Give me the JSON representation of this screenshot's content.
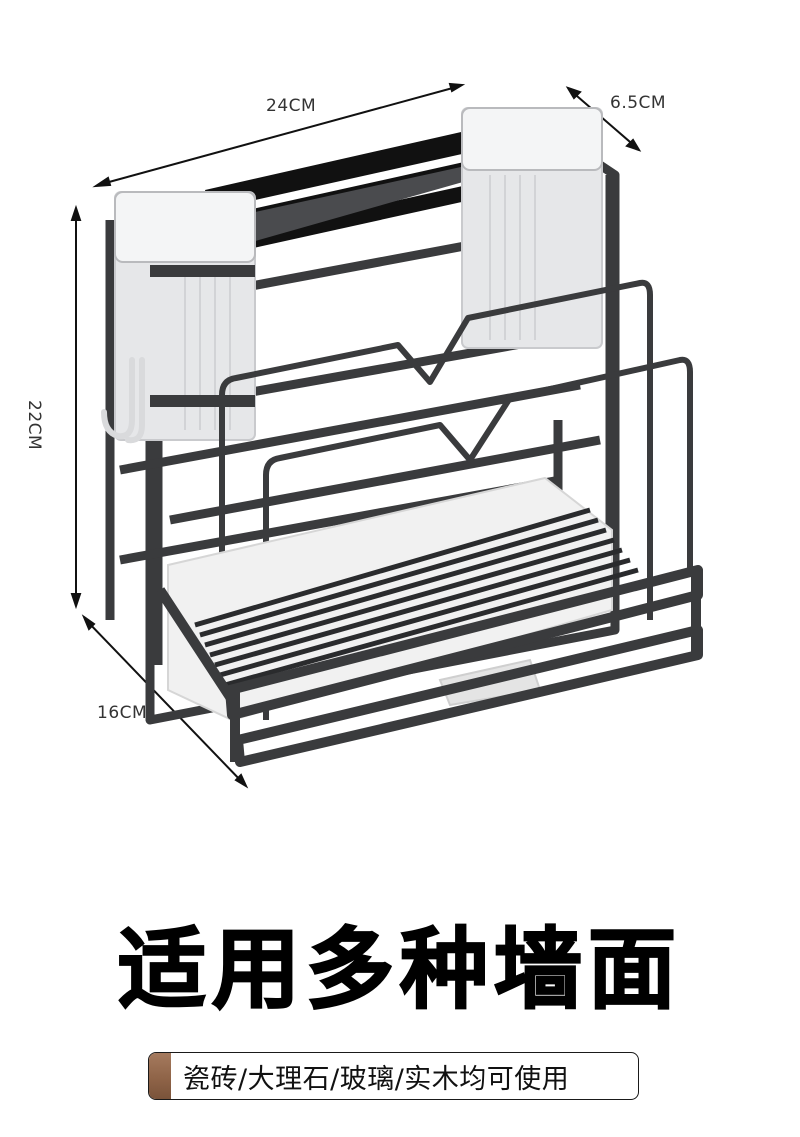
{
  "product_image": {
    "subject": "two-tier kitchen knife and cutting board rack with utensil cups, hooks and drip tray",
    "colors": {
      "frame": "#3a3b3d",
      "frame_dark": "#1c1c1e",
      "cup": "#e6e7e9",
      "tray": "#f1f1f1",
      "hook": "#d9dadc"
    }
  },
  "dimensions": {
    "width": "24CM",
    "depth_top": "6.5CM",
    "height": "22CM",
    "depth_bottom": "16CM"
  },
  "headline": "适用多种墙面",
  "badge": {
    "text": "瓷砖/大理石/玻璃/实木均可使用",
    "swatch_color": "#8f6448"
  }
}
